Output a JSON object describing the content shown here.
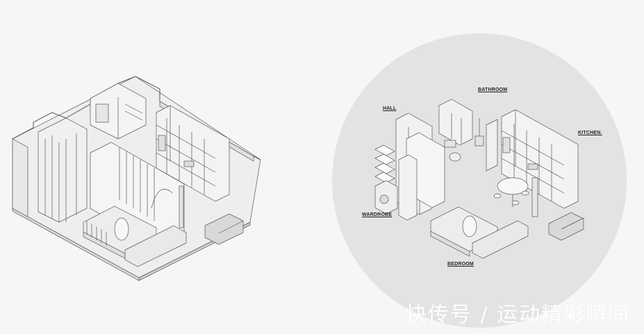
{
  "labels": {
    "hall": "HALL",
    "bathroom": "BATHROOM",
    "kitchen": "KITCHEN.",
    "wardrobe": "WARDROBE",
    "bedroom": "BEDROOM"
  },
  "watermark": "快传号 / 运动精彩瞬间",
  "colors": {
    "background": "#f6f6f6",
    "circle": "#e3e3e3",
    "line": "#555555",
    "face_light": "#f4f4f4",
    "face_mid": "#e6e6e6",
    "face_dark": "#d6d6d6"
  }
}
